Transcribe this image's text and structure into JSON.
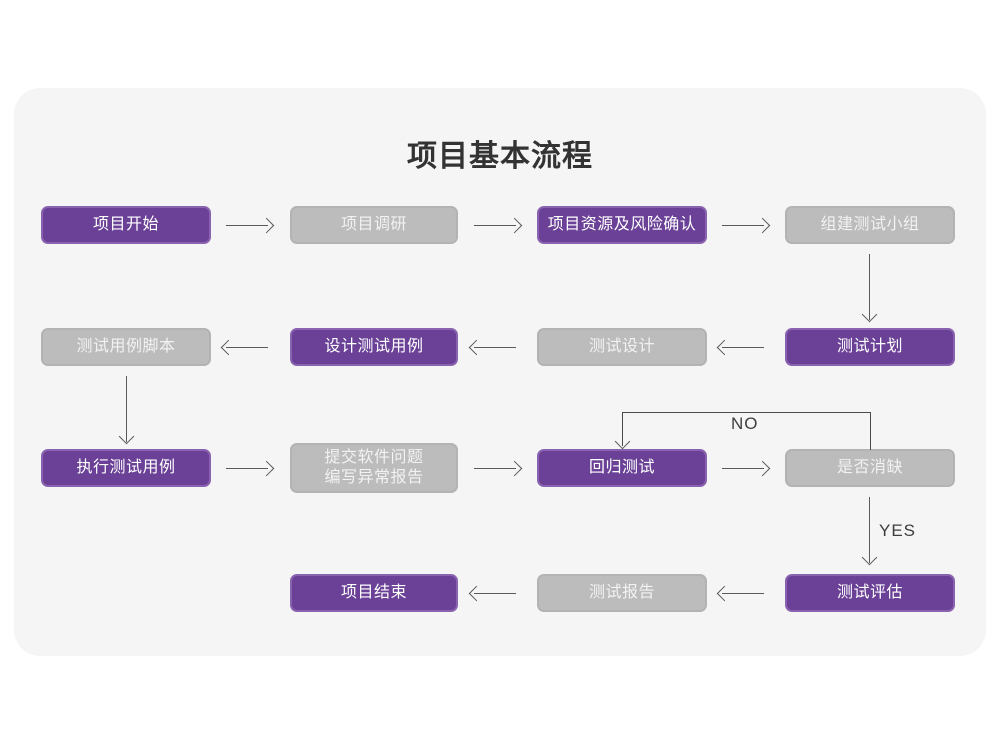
{
  "page": {
    "background": "#ffffff",
    "card_background": "#f5f5f5"
  },
  "title": "项目基本流程",
  "colors": {
    "purple": "#6a4196",
    "purple_border": "#8a63b0",
    "gray": "#bcbcbc",
    "gray_border": "#b3b3b3",
    "connector": "#5a5a5a",
    "title_text": "#333333"
  },
  "flowchart": {
    "type": "flowchart",
    "rows": [
      {
        "row": 1,
        "direction": "left-to-right",
        "nodes": [
          {
            "id": "n1",
            "label": "项目开始",
            "style": "purple"
          },
          {
            "id": "n2",
            "label": "项目调研",
            "style": "gray"
          },
          {
            "id": "n3",
            "label": "项目资源及风险确认",
            "style": "purple"
          },
          {
            "id": "n4",
            "label": "组建测试小组",
            "style": "gray"
          }
        ]
      },
      {
        "row": 2,
        "direction": "right-to-left",
        "nodes": [
          {
            "id": "n5",
            "label": "测试用例脚本",
            "style": "gray"
          },
          {
            "id": "n6",
            "label": "设计测试用例",
            "style": "purple"
          },
          {
            "id": "n7",
            "label": "测试设计",
            "style": "gray"
          },
          {
            "id": "n8",
            "label": "测试计划",
            "style": "purple"
          }
        ]
      },
      {
        "row": 3,
        "direction": "left-to-right",
        "nodes": [
          {
            "id": "n9",
            "label": "执行测试用例",
            "style": "purple"
          },
          {
            "id": "n10",
            "label": "提交软件问题\n编写异常报告",
            "style": "gray"
          },
          {
            "id": "n11",
            "label": "回归测试",
            "style": "purple"
          },
          {
            "id": "n12",
            "label": "是否消缺",
            "style": "gray"
          }
        ]
      },
      {
        "row": 4,
        "direction": "right-to-left",
        "nodes": [
          {
            "id": "n13",
            "label": "项目结束",
            "style": "purple"
          },
          {
            "id": "n14",
            "label": "测试报告",
            "style": "gray"
          },
          {
            "id": "n15",
            "label": "测试评估",
            "style": "purple"
          }
        ]
      }
    ],
    "edge_labels": {
      "no": "NO",
      "yes": "YES"
    },
    "edges": [
      {
        "from": "n1",
        "to": "n2",
        "kind": "arrow-right"
      },
      {
        "from": "n2",
        "to": "n3",
        "kind": "arrow-right"
      },
      {
        "from": "n3",
        "to": "n4",
        "kind": "arrow-right"
      },
      {
        "from": "n4",
        "to": "n8",
        "kind": "arrow-down"
      },
      {
        "from": "n8",
        "to": "n7",
        "kind": "arrow-left"
      },
      {
        "from": "n7",
        "to": "n6",
        "kind": "arrow-left"
      },
      {
        "from": "n6",
        "to": "n5",
        "kind": "arrow-left"
      },
      {
        "from": "n5",
        "to": "n9",
        "kind": "arrow-down"
      },
      {
        "from": "n9",
        "to": "n10",
        "kind": "arrow-right"
      },
      {
        "from": "n10",
        "to": "n11",
        "kind": "arrow-right"
      },
      {
        "from": "n11",
        "to": "n12",
        "kind": "arrow-right"
      },
      {
        "from": "n12",
        "to": "n11",
        "kind": "loop-back",
        "label": "NO"
      },
      {
        "from": "n12",
        "to": "n15",
        "kind": "arrow-down",
        "label": "YES"
      },
      {
        "from": "n15",
        "to": "n14",
        "kind": "arrow-left"
      },
      {
        "from": "n14",
        "to": "n13",
        "kind": "arrow-left"
      }
    ]
  }
}
